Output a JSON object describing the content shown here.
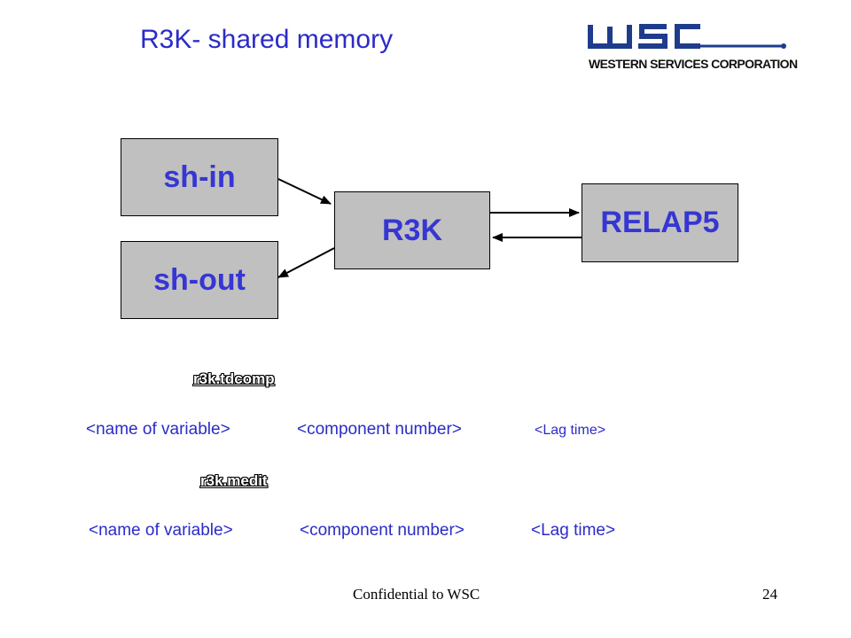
{
  "slide": {
    "title": "R3K- shared memory",
    "logo": {
      "text": "WESTERN SERVICES CORPORATION",
      "color": "#1f3c8c"
    },
    "boxes": {
      "sh_in": "sh-in",
      "sh_out": "sh-out",
      "r3k": "R3K",
      "relap5": "RELAP5"
    },
    "sections": [
      {
        "label": "r3k.tdcomp",
        "args": [
          "<name of variable>",
          "<component number>",
          "<Lag time>"
        ]
      },
      {
        "label": "r3k.medit",
        "args": [
          "<name of variable>",
          "<component number>",
          "<Lag time>"
        ]
      }
    ],
    "footer": {
      "confidential": "Confidential to WSC",
      "page": "24"
    }
  },
  "colors": {
    "text_blue": "#2b2bc8",
    "box_fill": "#c0c0c0"
  }
}
